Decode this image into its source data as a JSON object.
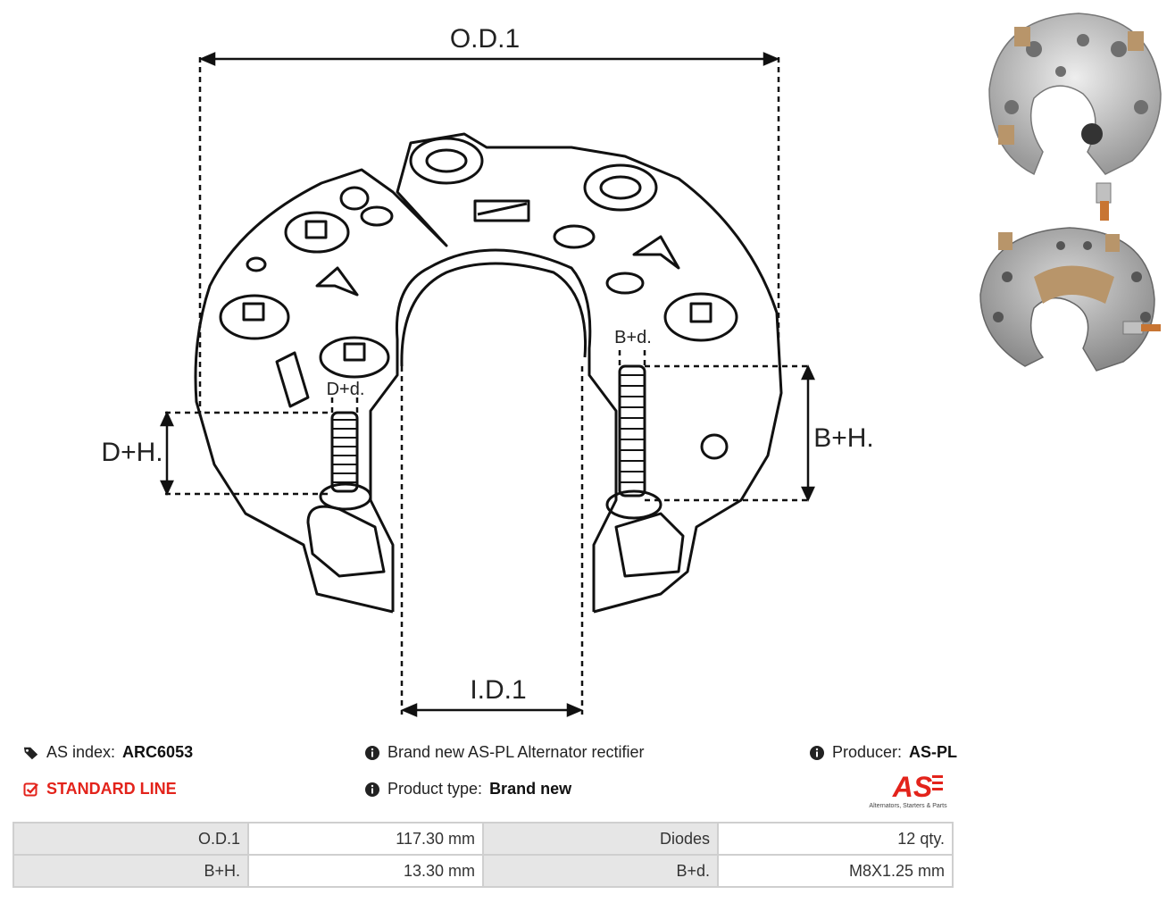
{
  "drawing": {
    "od_label": "O.D.1",
    "id_label": "I.D.1",
    "dh_label": "D+H.",
    "dd_label": "D+d.",
    "bh_label": "B+H.",
    "bd_label": "B+d."
  },
  "info": {
    "as_index_label": "AS index:",
    "as_index_value": "ARC6053",
    "line_label": "STANDARD LINE",
    "description": "Brand new AS-PL Alternator rectifier",
    "product_type_label": "Product type:",
    "product_type_value": "Brand new",
    "producer_label": "Producer:",
    "producer_value": "AS-PL"
  },
  "logo": {
    "mark": "AS",
    "tagline": "Alternators, Starters & Parts",
    "color": "#e3231b"
  },
  "specs": [
    {
      "label1": "O.D.1",
      "value1": "117.30 mm",
      "label2": "Diodes",
      "value2": "12 qty."
    },
    {
      "label1": "B+H.",
      "value1": "13.30 mm",
      "label2": "B+d.",
      "value2": "M8X1.25 mm"
    }
  ],
  "icons": {
    "as_index": "tag-icon",
    "line": "checkbox-icon",
    "info": "info-circle-icon"
  }
}
